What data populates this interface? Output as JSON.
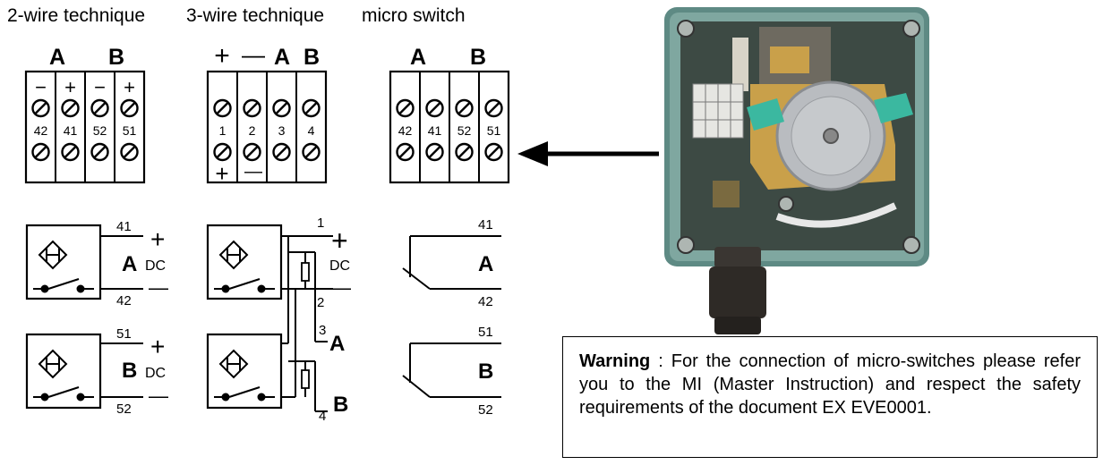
{
  "titles": {
    "two_wire": "2-wire technique",
    "three_wire": "3-wire technique",
    "micro_switch": "micro switch"
  },
  "two_wire": {
    "head_a": "A",
    "head_b": "B",
    "signs": [
      "−",
      "+",
      "−",
      "+"
    ],
    "terminals": [
      "42",
      "41",
      "52",
      "51"
    ],
    "schematic": {
      "a_top": "41",
      "a_bottom": "42",
      "a_label": "A",
      "a_dc": "DC",
      "a_plus": "+",
      "a_minus": "—",
      "b_top": "51",
      "b_bottom": "52",
      "b_label": "B",
      "b_dc": "DC",
      "b_plus": "+",
      "b_minus": "—"
    }
  },
  "three_wire": {
    "head_plus": "+",
    "head_minus": "—",
    "head_a": "A",
    "head_b": "B",
    "terminals": [
      "1",
      "2",
      "3",
      "4"
    ],
    "bottom_plus": "+",
    "bottom_minus": "—",
    "schematic": {
      "n1": "1",
      "n2": "2",
      "n3": "3",
      "n4": "4",
      "plus": "+",
      "dc": "DC",
      "minus": "—",
      "a_label": "A",
      "b_label": "B"
    }
  },
  "micro_switch": {
    "head_a": "A",
    "head_b": "B",
    "terminals": [
      "42",
      "41",
      "52",
      "51"
    ],
    "schematic": {
      "a_top": "41",
      "a_label": "A",
      "a_bottom": "42",
      "b_top": "51",
      "b_label": "B",
      "b_bottom": "52"
    }
  },
  "warning": {
    "bold": "Warning",
    "text": " : For the connection of micro-switches please refer you to the MI (Master Instruction) and respect the safety requirements of the document EX EVE0001."
  },
  "colors": {
    "housing": "#5e8a84",
    "housing_light": "#7fa7a0",
    "inner": "#3d4a44",
    "brass": "#c9a04a",
    "cam": "#b9bcc0",
    "tab": "#3bb8a0",
    "gland": "#2e2a26"
  }
}
